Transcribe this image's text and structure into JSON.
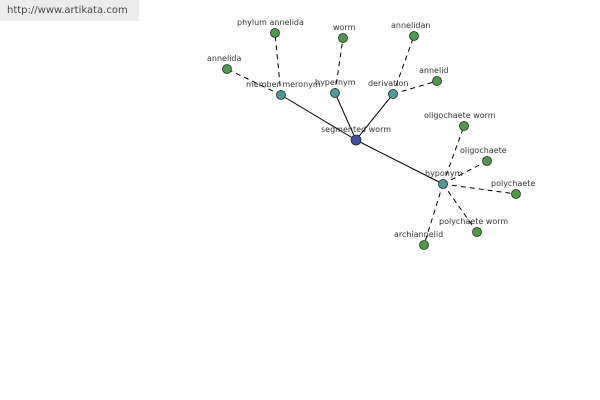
{
  "banner": {
    "url_text": "http://www.artikata.com"
  },
  "colors": {
    "center": "#3f4fa3",
    "relation": "#4e9aa0",
    "leaf": "#4e9a4a",
    "edge": "#000000",
    "outline": "#1f2f1f"
  },
  "graph": {
    "center": {
      "id": "segmented-worm",
      "label": "segmented worm"
    },
    "relations": [
      {
        "id": "member-meronym",
        "label": "member meronym",
        "leaves": [
          {
            "id": "annelida",
            "label": "annelida"
          },
          {
            "id": "phylum-annelida",
            "label": "phylum annelida"
          }
        ]
      },
      {
        "id": "hypernym",
        "label": "hypernym",
        "leaves": [
          {
            "id": "worm",
            "label": "worm"
          }
        ]
      },
      {
        "id": "derivation",
        "label": "derivation",
        "leaves": [
          {
            "id": "annelidan",
            "label": "annelidan"
          },
          {
            "id": "annelid",
            "label": "annelid"
          }
        ]
      },
      {
        "id": "hyponym",
        "label": "hyponym",
        "leaves": [
          {
            "id": "oligochaete-worm",
            "label": "oligochaete worm"
          },
          {
            "id": "oligochaete",
            "label": "oligochaete"
          },
          {
            "id": "polychaete",
            "label": "polychaete"
          },
          {
            "id": "polychaete-worm",
            "label": "polychaete worm"
          },
          {
            "id": "archiannelid",
            "label": "archiannelid"
          }
        ]
      }
    ]
  }
}
